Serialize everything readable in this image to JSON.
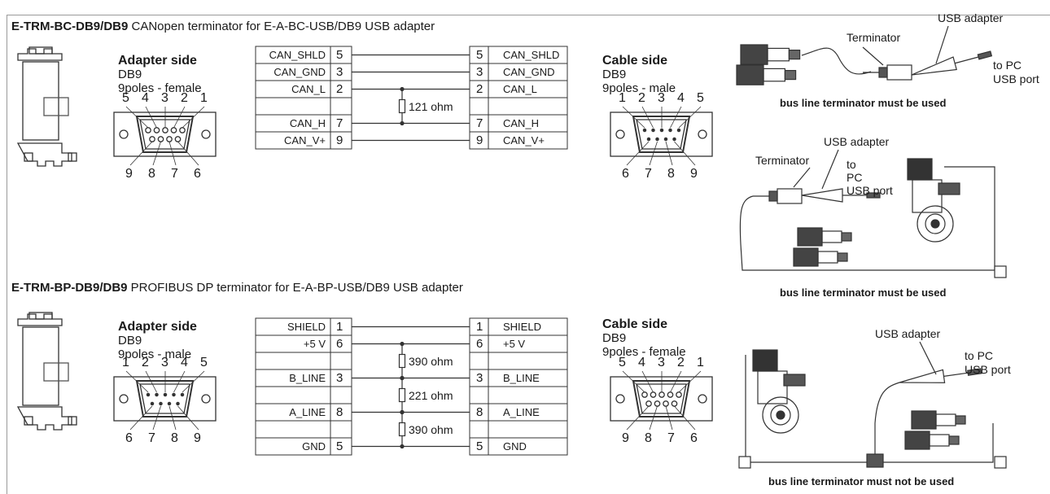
{
  "sections": [
    {
      "code": "E-TRM-BC-DB9/DB9",
      "desc": "CANopen terminator for E-A-BC-USB/DB9 USB adapter",
      "adapter": {
        "head": "Adapter side",
        "type": "DB9",
        "poles": "9poles - female",
        "top_pins": [
          "5",
          "4",
          "3",
          "2",
          "1"
        ],
        "bot_pins": [
          "9",
          "8",
          "7",
          "6"
        ]
      },
      "cable": {
        "head": "Cable side",
        "type": "DB9",
        "poles": "9poles - male",
        "top_pins": [
          "1",
          "2",
          "3",
          "4",
          "5"
        ],
        "bot_pins": [
          "6",
          "7",
          "8",
          "9"
        ]
      },
      "rows": [
        {
          "name": "CAN_SHLD",
          "pin": "5"
        },
        {
          "name": "CAN_GND",
          "pin": "3"
        },
        {
          "name": "CAN_L",
          "pin": "2"
        },
        {
          "name": "",
          "pin": ""
        },
        {
          "name": "CAN_H",
          "pin": "7"
        },
        {
          "name": "CAN_V+",
          "pin": "9"
        }
      ],
      "resistors": [
        "121 ohm"
      ]
    },
    {
      "code": "E-TRM-BP-DB9/DB9",
      "desc": "PROFIBUS DP terminator for E-A-BP-USB/DB9 USB adapter",
      "adapter": {
        "head": "Adapter side",
        "type": "DB9",
        "poles": "9poles - male",
        "top_pins": [
          "1",
          "2",
          "3",
          "4",
          "5"
        ],
        "bot_pins": [
          "6",
          "7",
          "8",
          "9"
        ]
      },
      "cable": {
        "head": "Cable side",
        "type": "DB9",
        "poles": "9poles - female",
        "top_pins": [
          "5",
          "4",
          "3",
          "2",
          "1"
        ],
        "bot_pins": [
          "9",
          "8",
          "7",
          "6"
        ]
      },
      "rows": [
        {
          "name": "SHIELD",
          "pin": "1"
        },
        {
          "name": "+5 V",
          "pin": "6"
        },
        {
          "name": "",
          "pin": ""
        },
        {
          "name": "B_LINE",
          "pin": "3"
        },
        {
          "name": "",
          "pin": ""
        },
        {
          "name": "A_LINE",
          "pin": "8"
        },
        {
          "name": "",
          "pin": ""
        },
        {
          "name": "GND",
          "pin": "5"
        }
      ],
      "resistors": [
        "390 ohm",
        "221 ohm",
        "390 ohm"
      ]
    }
  ],
  "illustrations": {
    "top": {
      "usb": "USB adapter",
      "term": "Terminator",
      "pc1": "to PC",
      "pc2": "USB port",
      "caption": "bus line terminator must be used"
    },
    "mid": {
      "usb": "USB adapter",
      "term": "Terminator",
      "pc1": "to",
      "pc2": "PC",
      "pc3": "USB port",
      "caption": "bus line terminator must be used"
    },
    "bot": {
      "usb": "USB adapter",
      "pc1": "to PC",
      "pc2": "USB port",
      "caption": "bus line terminator must not be used"
    }
  }
}
